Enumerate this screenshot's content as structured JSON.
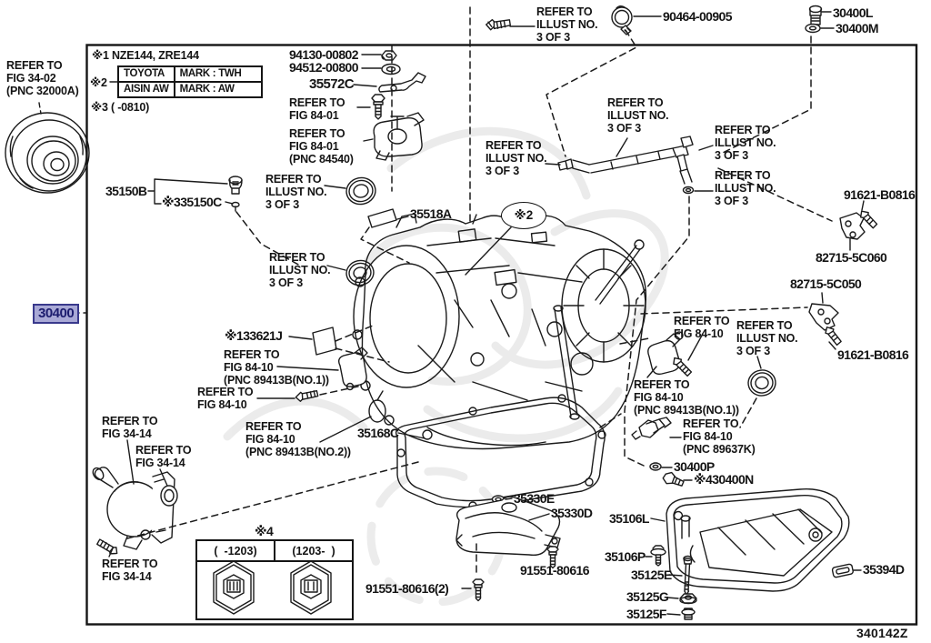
{
  "footer": {
    "drawing_code": "340142Z"
  },
  "notes": {
    "note1": "※1 NZE144, ZRE144",
    "note2": "※2",
    "note3": "※3 (    -0810)",
    "note4": "※4",
    "mark_rows": [
      {
        "maker": "TOYOTA",
        "mark": "MARK : TWH"
      },
      {
        "maker": "AISIN AW",
        "mark": "MARK : AW"
      }
    ],
    "variant_columns": [
      "(  -1203)",
      "(1203-  )"
    ]
  },
  "labels": {
    "refer_illust_top": {
      "text": "REFER TO\nILLUST NO.\n3 OF 3"
    },
    "p90464": {
      "text": "90464-00905"
    },
    "p30400L": {
      "text": "30400L"
    },
    "p30400M": {
      "text": "30400M"
    },
    "refer_fig3402": {
      "text": "REFER TO\nFIG 34-02\n(PNC 32000A)"
    },
    "part_30400": {
      "text": "30400"
    },
    "p94130": {
      "text": "94130-00802"
    },
    "p94512": {
      "text": "94512-00800"
    },
    "p35572C": {
      "text": "35572C"
    },
    "refer_fig8401": {
      "text": "REFER TO\nFIG 84-01"
    },
    "refer_fig8401_pnc": {
      "text": "REFER TO\nFIG 84-01\n(PNC 84540)"
    },
    "p35150B": {
      "text": "35150B"
    },
    "p35150C": {
      "text": "※335150C"
    },
    "refer_illust_seal1": {
      "text": "REFER TO\nILLUST NO.\n3 OF 3"
    },
    "refer_illust_seal2": {
      "text": "REFER TO\nILLUST NO.\n3 OF 3"
    },
    "p35518A": {
      "text": "35518A"
    },
    "refer_illust_tube": {
      "text": "REFER TO\nILLUST NO.\n3 OF 3"
    },
    "refer_illust_left": {
      "text": "REFER TO\nILLUST NO.\n3 OF 3"
    },
    "refer_illust_r1": {
      "text": "REFER TO\nILLUST NO.\n3 OF 3"
    },
    "refer_illust_r2": {
      "text": "REFER TO\nILLUST NO.\n3 OF 3"
    },
    "balloon2": {
      "text": "※2"
    },
    "p33621J": {
      "text": "※133621J"
    },
    "refer_fig8410_no1": {
      "text": "REFER TO\nFIG 84-10\n(PNC 89413B(NO.1))"
    },
    "refer_fig8410_s": {
      "text": "REFER TO\nFIG 84-10"
    },
    "refer_fig8410_no2": {
      "text": "REFER TO\nFIG 84-10\n(PNC 89413B(NO.2))"
    },
    "p35168C": {
      "text": "35168C"
    },
    "refer_fig8410_r": {
      "text": "REFER TO\nFIG 84-10"
    },
    "refer_illust_rseal": {
      "text": "REFER TO\nILLUST NO.\n3 OF 3"
    },
    "refer_fig8410_rno1": {
      "text": "REFER TO\nFIG 84-10\n(PNC 89413B(NO.1))"
    },
    "refer_fig8410_89637": {
      "text": "REFER TO\nFIG 84-10\n(PNC 89637K)"
    },
    "p30400P": {
      "text": "30400P"
    },
    "p30400N": {
      "text": "※430400N"
    },
    "p91621_a": {
      "text": "91621-B0816"
    },
    "p82715_060": {
      "text": "82715-5C060"
    },
    "p82715_050": {
      "text": "82715-5C050"
    },
    "p91621_b": {
      "text": "91621-B0816"
    },
    "refer_fig3414_a": {
      "text": "REFER TO\nFIG 34-14"
    },
    "refer_fig3414_b": {
      "text": "REFER TO\nFIG 34-14"
    },
    "refer_fig3414_c": {
      "text": "REFER TO\nFIG 34-14"
    },
    "p35330E": {
      "text": "35330E"
    },
    "p35330D": {
      "text": "35330D"
    },
    "p91551": {
      "text": "91551-80616"
    },
    "p91551_2": {
      "text": "91551-80616(2)"
    },
    "p35106L": {
      "text": "35106L"
    },
    "p35106P": {
      "text": "35106P"
    },
    "p35125E": {
      "text": "35125E"
    },
    "p35125G": {
      "text": "35125G"
    },
    "p35125F": {
      "text": "35125F"
    },
    "p35394D": {
      "text": "35394D"
    }
  }
}
